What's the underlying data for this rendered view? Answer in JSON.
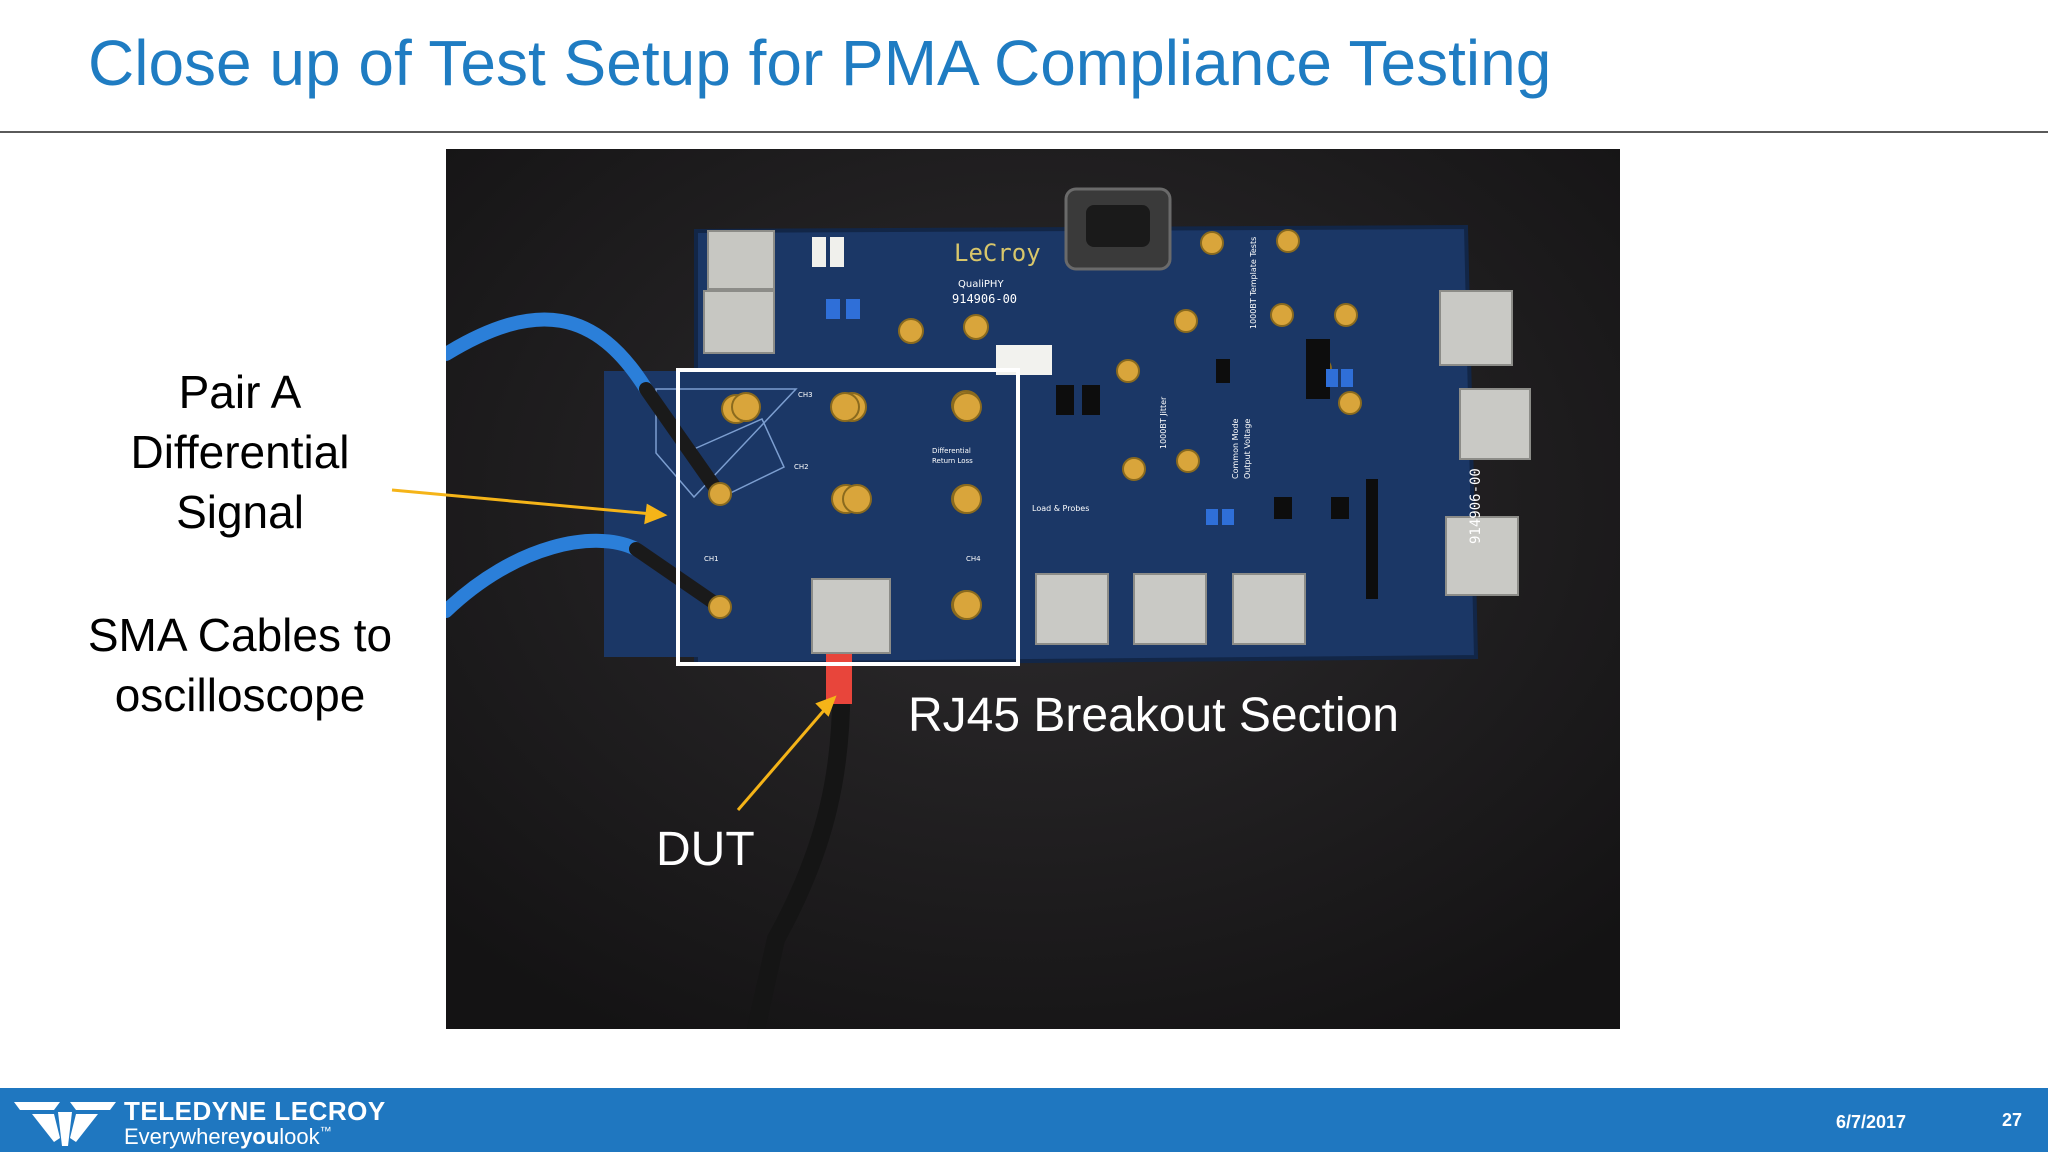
{
  "slide": {
    "title": "Close up of Test Setup for PMA Compliance Testing",
    "labels": {
      "pair_line1": "Pair A",
      "pair_line2": "Differential",
      "pair_line3": "Signal",
      "sma_line1": "SMA Cables to",
      "sma_line2": "oscilloscope"
    },
    "callouts": {
      "rj45": "RJ45 Breakout Section",
      "dut": "DUT"
    },
    "board_markings": {
      "brand": "LeCroy",
      "product": "QualiPHY",
      "part_number": "914906-00",
      "part_number_side": "914906-00",
      "ch1": "CH1",
      "ch2": "CH2",
      "ch3": "CH3",
      "ch4": "CH4",
      "diff_return_loss_1": "Differential",
      "diff_return_loss_2": "Return Loss",
      "load_probes": "Load & Probes",
      "jitter": "1000BT Jitter",
      "template": "1000BT Template Tests",
      "common_mode_1": "Common Mode",
      "common_mode_2": "Output Voltage"
    },
    "annotation_color": "#f5b418",
    "highlight_color": "#ffffff"
  },
  "footer": {
    "brand_name": "TELEDYNE LECROY",
    "tagline_prefix": "Everywhere",
    "tagline_bold": "you",
    "tagline_suffix": "look",
    "trademark": "™",
    "date": "6/7/2017",
    "page": "27",
    "bar_color": "#1f77c0"
  }
}
